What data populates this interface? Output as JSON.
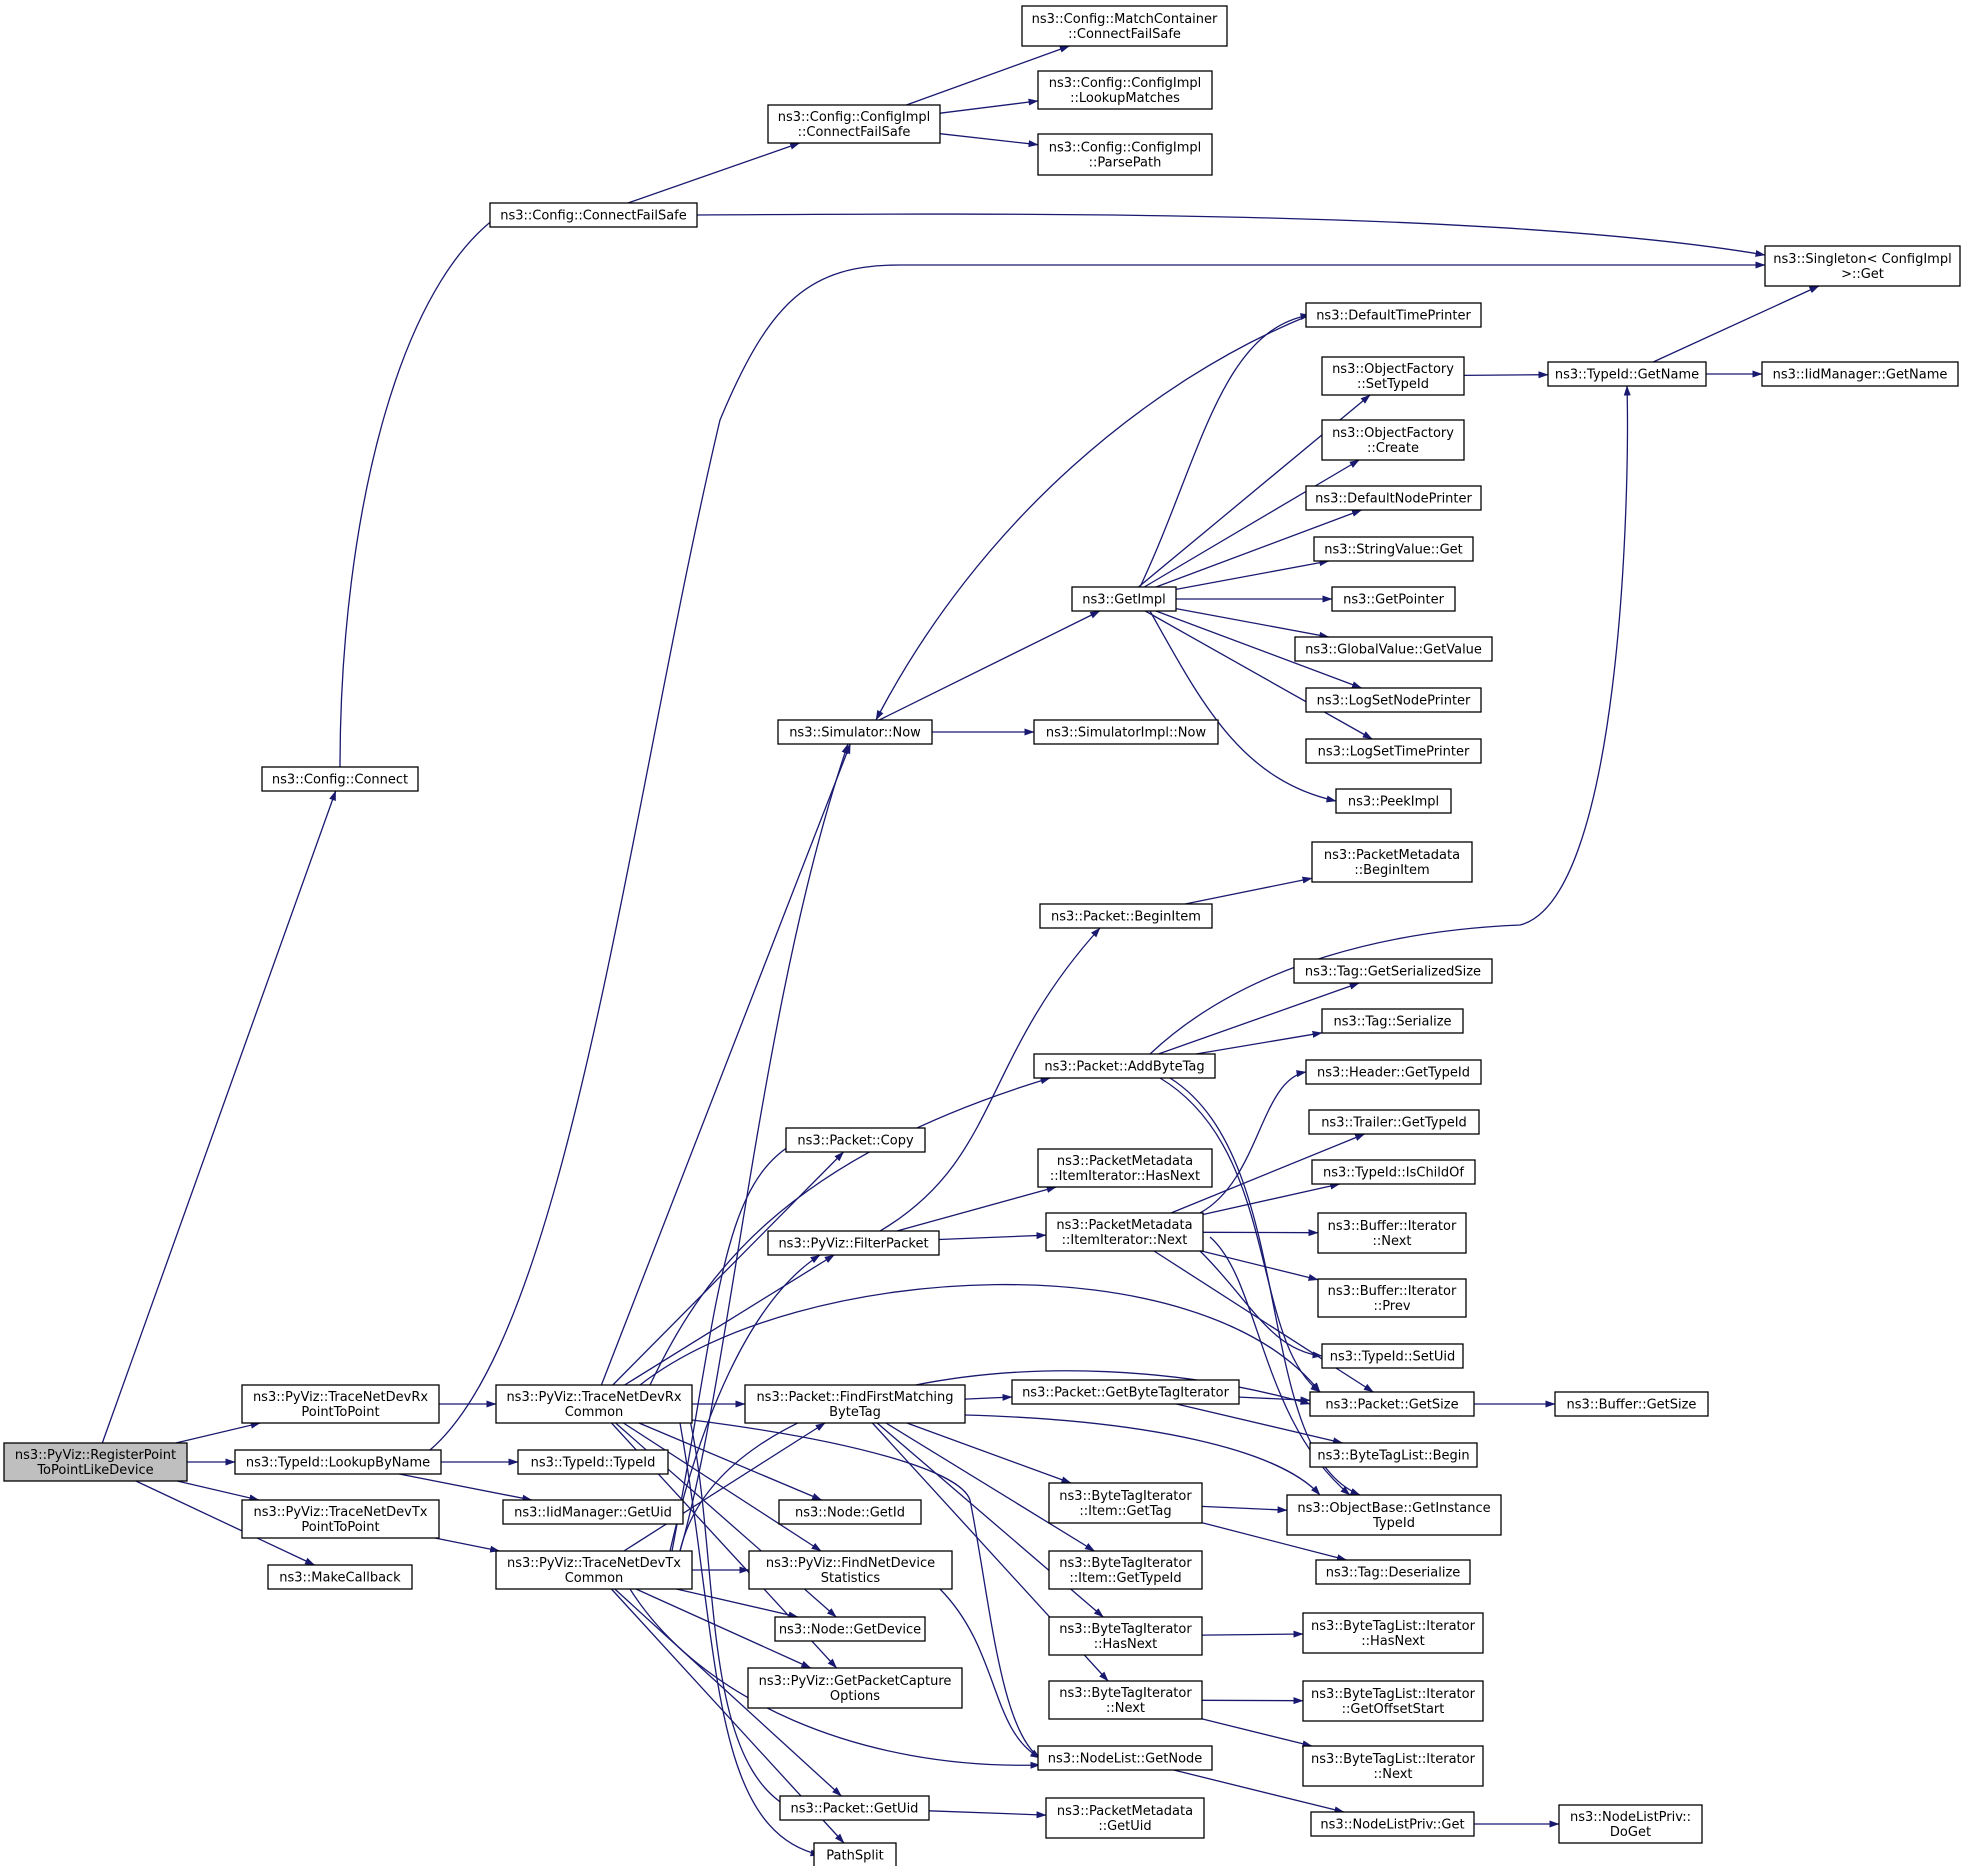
{
  "colors": {
    "edge": "#191970",
    "highlight_fill": "#bfbfbf",
    "box_border": "#000000",
    "truncated_border": "#ff0000"
  },
  "nodes": {
    "register": {
      "lines": [
        "ns3::PyViz::RegisterPoint",
        "ToPointLikeDevice"
      ],
      "highlight": true
    },
    "config_connect": {
      "lines": [
        "ns3::Config::Connect"
      ]
    },
    "connectfailsafe": {
      "lines": [
        "ns3::Config::ConnectFailSafe"
      ]
    },
    "impl_cfs": {
      "lines": [
        "ns3::Config::ConfigImpl",
        "::ConnectFailSafe"
      ]
    },
    "mc_cfs": {
      "lines": [
        "ns3::Config::MatchContainer",
        "::ConnectFailSafe"
      ]
    },
    "lookupmatches": {
      "lines": [
        "ns3::Config::ConfigImpl",
        "::LookupMatches"
      ]
    },
    "parsepath": {
      "lines": [
        "ns3::Config::ConfigImpl",
        "::ParsePath"
      ]
    },
    "singleton": {
      "lines": [
        "ns3::Singleton< ConfigImpl",
        ">::Get"
      ]
    },
    "deftimeprinter": {
      "lines": [
        "ns3::DefaultTimePrinter"
      ],
      "truncated": true
    },
    "of_settypeid": {
      "lines": [
        "ns3::ObjectFactory",
        "::SetTypeId"
      ]
    },
    "typeid_getname": {
      "lines": [
        "ns3::TypeId::GetName"
      ]
    },
    "iid_getname": {
      "lines": [
        "ns3::IidManager::GetName"
      ],
      "truncated": true
    },
    "of_create": {
      "lines": [
        "ns3::ObjectFactory",
        "::Create"
      ],
      "truncated": true
    },
    "defnodeprinter": {
      "lines": [
        "ns3::DefaultNodePrinter"
      ],
      "truncated": true
    },
    "stringvalue_get": {
      "lines": [
        "ns3::StringValue::Get"
      ]
    },
    "getpointer": {
      "lines": [
        "ns3::GetPointer"
      ]
    },
    "getimpl": {
      "lines": [
        "ns3::GetImpl"
      ]
    },
    "gv_getvalue": {
      "lines": [
        "ns3::GlobalValue::GetValue"
      ],
      "truncated": true
    },
    "logsetnode": {
      "lines": [
        "ns3::LogSetNodePrinter"
      ]
    },
    "logsettime": {
      "lines": [
        "ns3::LogSetTimePrinter"
      ],
      "truncated": true
    },
    "peekimpl": {
      "lines": [
        "ns3::PeekImpl"
      ]
    },
    "sim_now": {
      "lines": [
        "ns3::Simulator::Now"
      ]
    },
    "simimpl_now": {
      "lines": [
        "ns3::SimulatorImpl::Now"
      ]
    },
    "pm_beginitem": {
      "lines": [
        "ns3::PacketMetadata",
        "::BeginItem"
      ]
    },
    "packet_beginitem": {
      "lines": [
        "ns3::Packet::BeginItem"
      ]
    },
    "tag_getsersize": {
      "lines": [
        "ns3::Tag::GetSerializedSize"
      ]
    },
    "tag_serialize": {
      "lines": [
        "ns3::Tag::Serialize"
      ]
    },
    "addbytetag": {
      "lines": [
        "ns3::Packet::AddByteTag"
      ]
    },
    "header_gettypeid": {
      "lines": [
        "ns3::Header::GetTypeId"
      ],
      "truncated": true
    },
    "trailer_gettypeid": {
      "lines": [
        "ns3::Trailer::GetTypeId"
      ],
      "truncated": true
    },
    "ischildof": {
      "lines": [
        "ns3::TypeId::IsChildOf"
      ],
      "truncated": true
    },
    "packet_copy": {
      "lines": [
        "ns3::Packet::Copy"
      ]
    },
    "pm_hasnext": {
      "lines": [
        "ns3::PacketMetadata",
        "::ItemIterator::HasNext"
      ]
    },
    "pm_next": {
      "lines": [
        "ns3::PacketMetadata",
        "::ItemIterator::Next"
      ]
    },
    "buf_next": {
      "lines": [
        "ns3::Buffer::Iterator",
        "::Next"
      ]
    },
    "filterpacket": {
      "lines": [
        "ns3::PyViz::FilterPacket"
      ]
    },
    "buf_prev": {
      "lines": [
        "ns3::Buffer::Iterator",
        "::Prev"
      ]
    },
    "setuid": {
      "lines": [
        "ns3::TypeId::SetUid"
      ]
    },
    "rx_p2p": {
      "lines": [
        "ns3::PyViz::TraceNetDevRx",
        "PointToPoint"
      ]
    },
    "rx_common": {
      "lines": [
        "ns3::PyViz::TraceNetDevRx",
        "Common"
      ]
    },
    "findfirst": {
      "lines": [
        "ns3::Packet::FindFirstMatching",
        "ByteTag"
      ]
    },
    "getbytetagiter": {
      "lines": [
        "ns3::Packet::GetByteTagIterator"
      ]
    },
    "packet_getsize": {
      "lines": [
        "ns3::Packet::GetSize"
      ]
    },
    "buffer_getsize": {
      "lines": [
        "ns3::Buffer::GetSize"
      ]
    },
    "lookupbyname": {
      "lines": [
        "ns3::TypeId::LookupByName"
      ]
    },
    "typeid_typeid": {
      "lines": [
        "ns3::TypeId::TypeId"
      ]
    },
    "btl_begin": {
      "lines": [
        "ns3::ByteTagList::Begin"
      ]
    },
    "iid_getuid": {
      "lines": [
        "ns3::IidManager::GetUid"
      ]
    },
    "bti_gettag": {
      "lines": [
        "ns3::ByteTagIterator",
        "::Item::GetTag"
      ]
    },
    "getinstancetypeid": {
      "lines": [
        "ns3::ObjectBase::GetInstance",
        "TypeId"
      ]
    },
    "tx_p2p": {
      "lines": [
        "ns3::PyViz::TraceNetDevTx",
        "PointToPoint"
      ]
    },
    "node_getid": {
      "lines": [
        "ns3::Node::GetId"
      ]
    },
    "tag_deserialize": {
      "lines": [
        "ns3::Tag::Deserialize"
      ]
    },
    "makecallback": {
      "lines": [
        "ns3::MakeCallback"
      ]
    },
    "tx_common": {
      "lines": [
        "ns3::PyViz::TraceNetDevTx",
        "Common"
      ]
    },
    "findnetdevstats": {
      "lines": [
        "ns3::PyViz::FindNetDevice",
        "Statistics"
      ]
    },
    "bti_gettypeid": {
      "lines": [
        "ns3::ByteTagIterator",
        "::Item::GetTypeId"
      ]
    },
    "node_getdevice": {
      "lines": [
        "ns3::Node::GetDevice"
      ]
    },
    "bti_hasnext": {
      "lines": [
        "ns3::ByteTagIterator",
        "::HasNext"
      ]
    },
    "btl_hasnext": {
      "lines": [
        "ns3::ByteTagList::Iterator",
        "::HasNext"
      ]
    },
    "getpcapopts": {
      "lines": [
        "ns3::PyViz::GetPacketCapture",
        "Options"
      ]
    },
    "bti_next": {
      "lines": [
        "ns3::ByteTagIterator",
        "::Next"
      ]
    },
    "btl_getoffset": {
      "lines": [
        "ns3::ByteTagList::Iterator",
        "::GetOffsetStart"
      ]
    },
    "nodelist_getnode": {
      "lines": [
        "ns3::NodeList::GetNode"
      ]
    },
    "btl_next": {
      "lines": [
        "ns3::ByteTagList::Iterator",
        "::Next"
      ]
    },
    "packet_getuid": {
      "lines": [
        "ns3::Packet::GetUid"
      ]
    },
    "pm_getuid": {
      "lines": [
        "ns3::PacketMetadata",
        "::GetUid"
      ]
    },
    "nlp_get": {
      "lines": [
        "ns3::NodeListPriv::Get"
      ]
    },
    "nlp_doget": {
      "lines": [
        "ns3::NodeListPriv::",
        "DoGet"
      ],
      "truncated": true
    },
    "pathsplit": {
      "lines": [
        "PathSplit"
      ]
    }
  }
}
